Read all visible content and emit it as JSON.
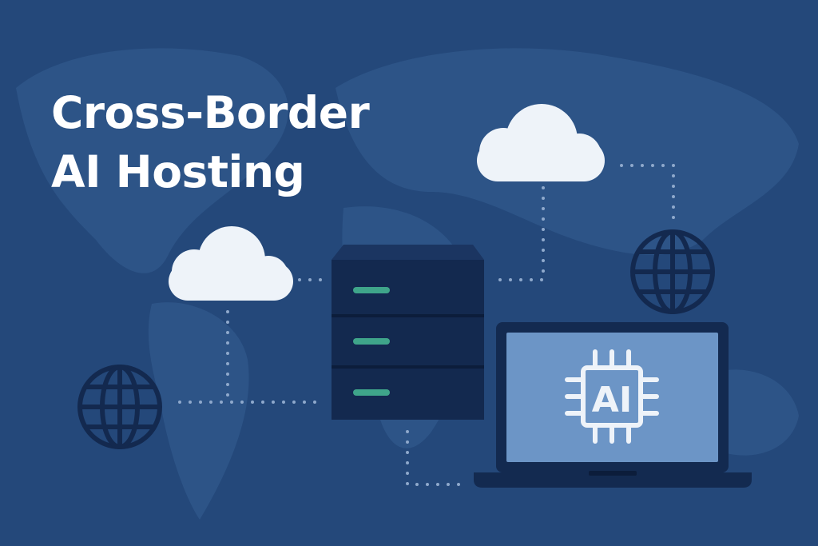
{
  "title": {
    "line1": "Cross-Border",
    "line2": "AI Hosting"
  },
  "chip": {
    "label": "AI"
  },
  "colors": {
    "background": "#24487a",
    "map": "#2d5487",
    "server": "#13294f",
    "screen": "#6c95c6",
    "accent": "#3fa58a",
    "cloud": "#eef3f9"
  }
}
